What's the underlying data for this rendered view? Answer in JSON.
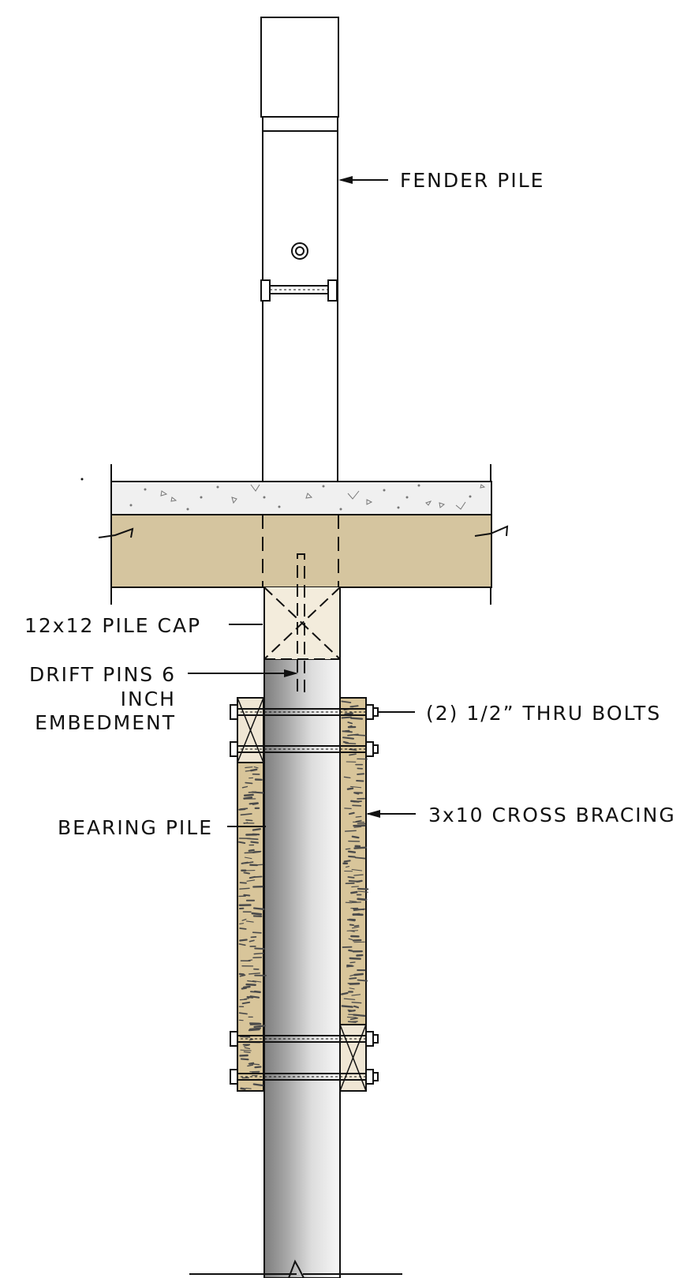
{
  "labels": {
    "fender_pile": "FENDER PILE",
    "pile_cap": "12x12 PILE CAP",
    "drift_pins_line1": "DRIFT PINS 6",
    "drift_pins_line2": "INCH",
    "drift_pins_line3": "EMBEDMENT",
    "thru_bolts": "(2) 1/2” THRU BOLTS",
    "cross_bracing": "3x10 CROSS BRACING",
    "bearing_pile": "BEARING PILE"
  },
  "colors": {
    "line": "#111111",
    "concrete_deck": "#f0f0f0",
    "timber_beam": "#d5c59f",
    "pile_cap_fill": "#f3ecdc",
    "cross_bracing_fill": "#d8c59a",
    "cross_bracing_grain": "#4a4a4a",
    "blocking_fill": "#efe6d4",
    "bearing_pile_dark": "#7d7d7d",
    "bearing_pile_light": "#f7f7f7"
  }
}
